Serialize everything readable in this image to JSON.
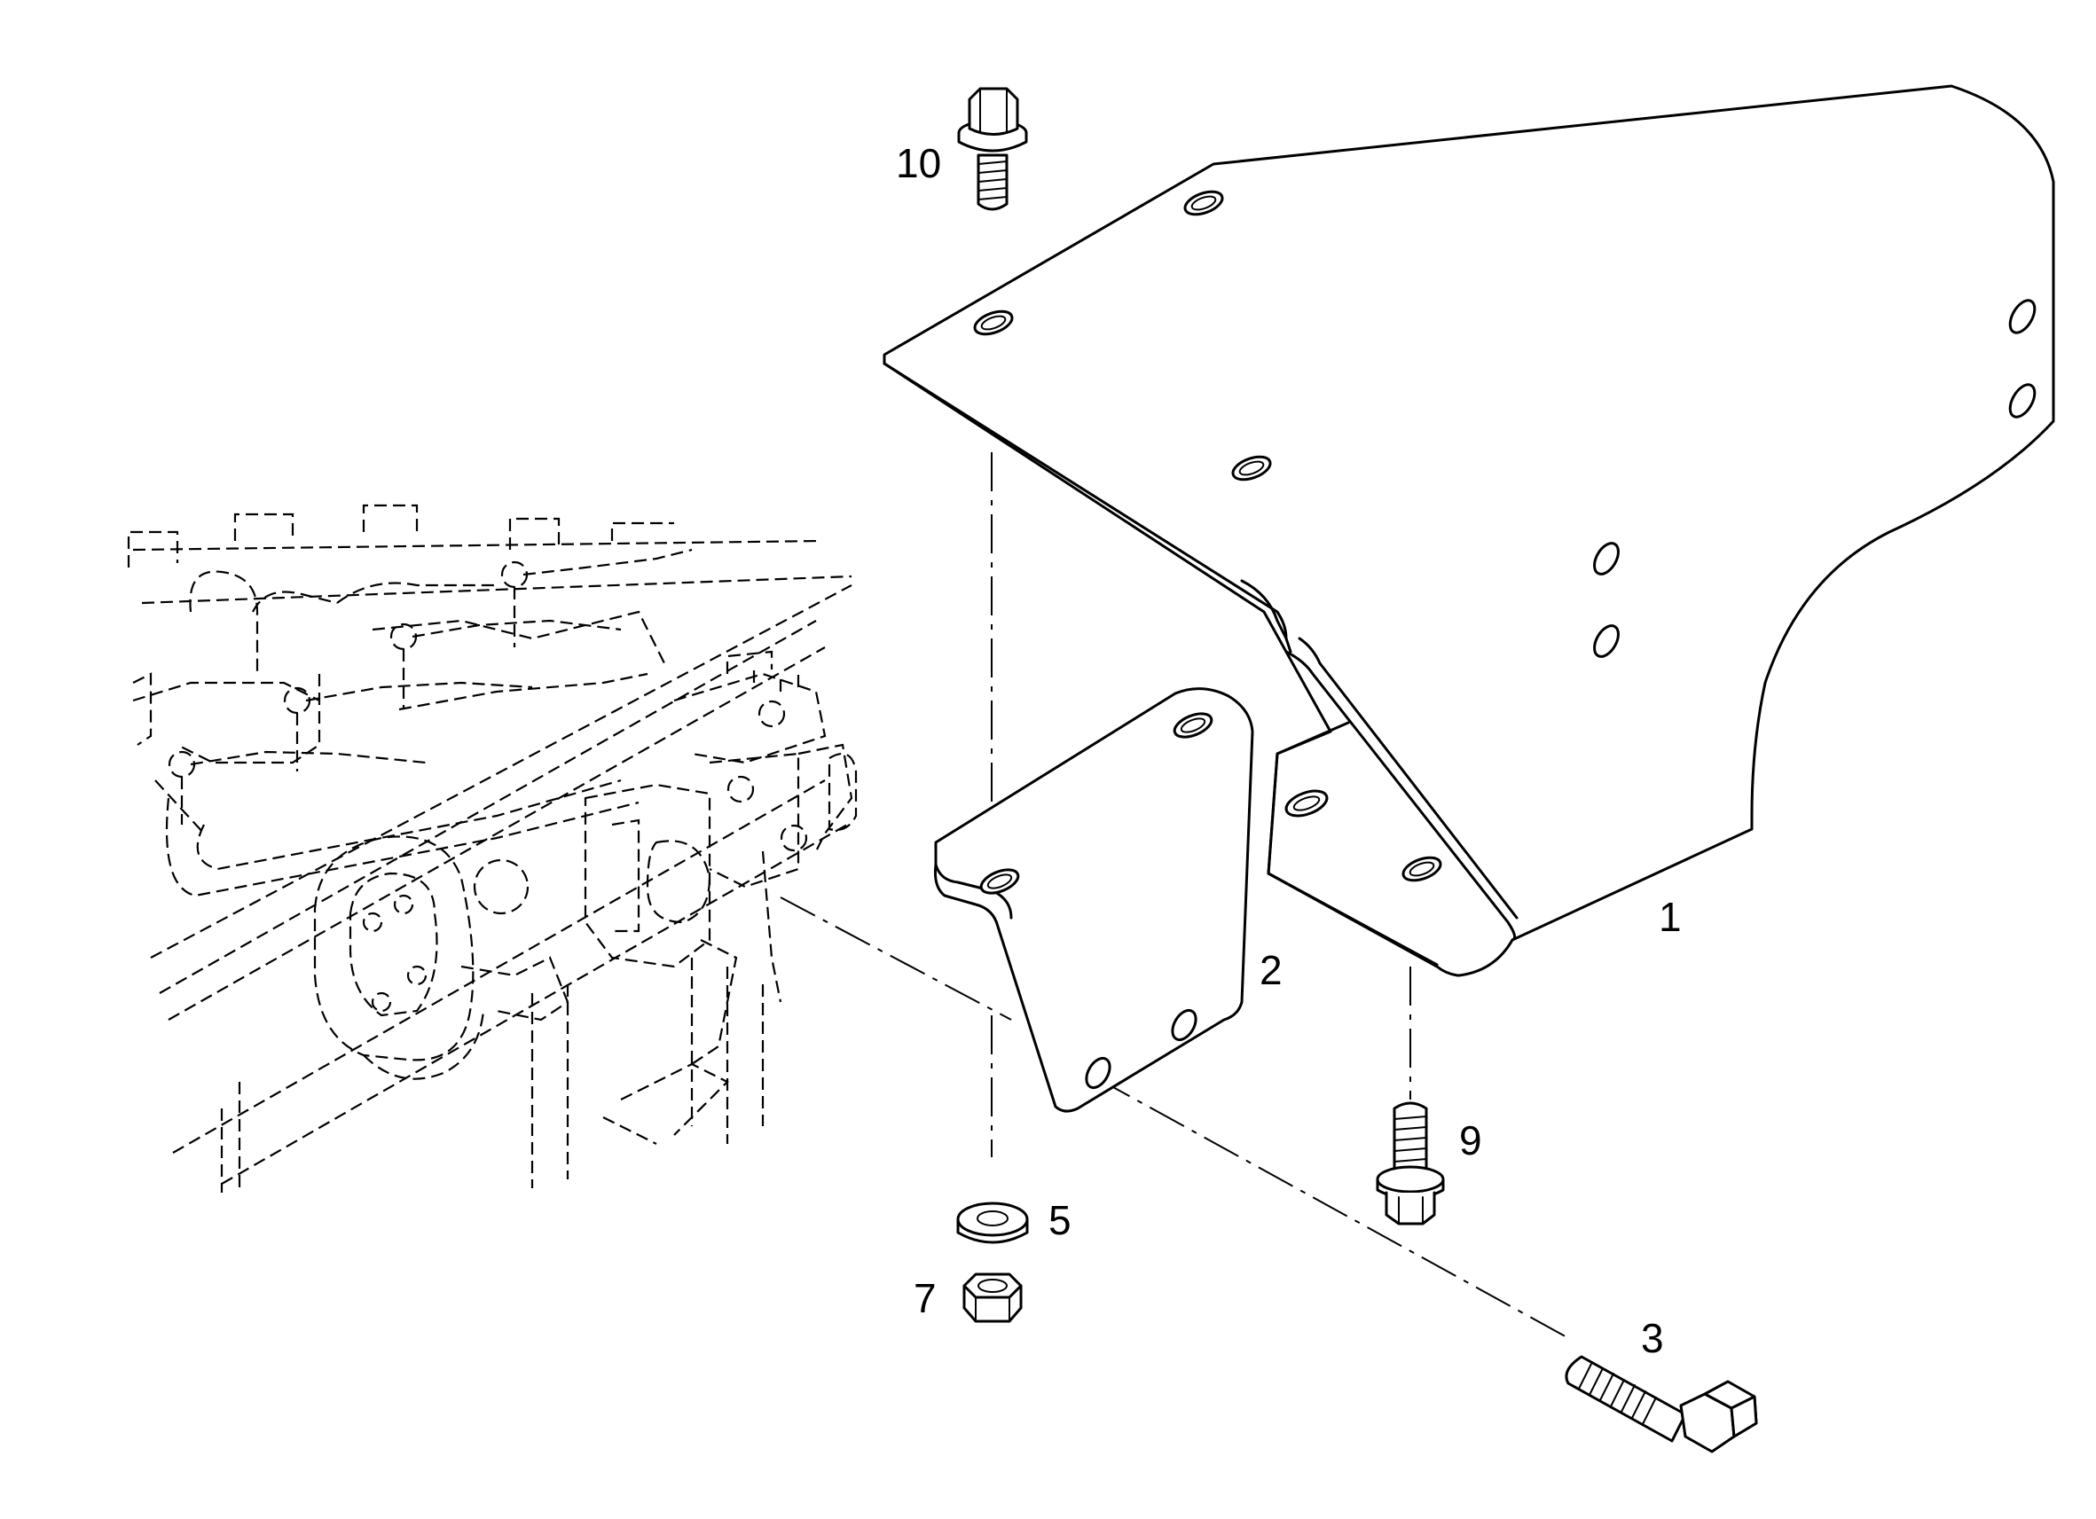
{
  "diagram": {
    "colors": {
      "line": "#000000",
      "background": "#ffffff"
    },
    "callouts": [
      {
        "id": "1",
        "text": "1"
      },
      {
        "id": "2",
        "text": "2"
      },
      {
        "id": "3",
        "text": "3"
      },
      {
        "id": "5",
        "text": "5"
      },
      {
        "id": "7",
        "text": "7"
      },
      {
        "id": "9",
        "text": "9"
      },
      {
        "id": "10",
        "text": "10"
      }
    ]
  }
}
